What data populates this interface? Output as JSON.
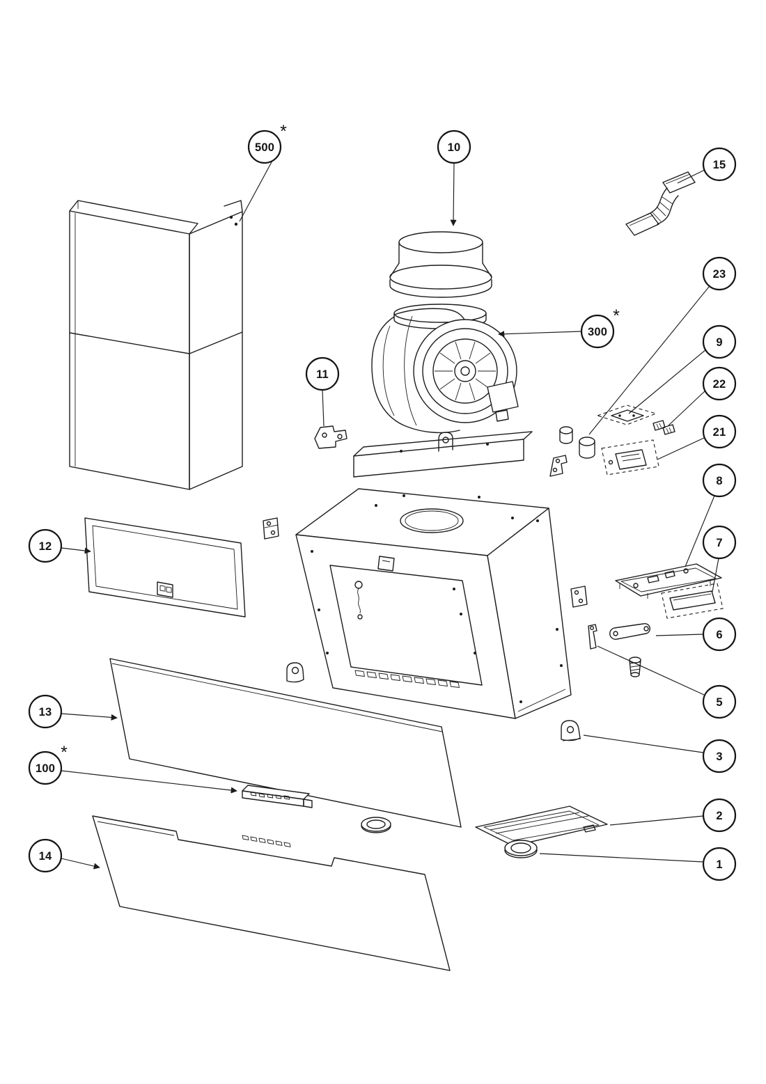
{
  "background_color": "#ffffff",
  "line_color": "#1c1c1c",
  "diagram": {
    "callouts": [
      {
        "label": "500",
        "suffix": "*"
      },
      {
        "label": "10",
        "suffix": ""
      },
      {
        "label": "15",
        "suffix": ""
      },
      {
        "label": "23",
        "suffix": ""
      },
      {
        "label": "300",
        "suffix": "*"
      },
      {
        "label": "9",
        "suffix": ""
      },
      {
        "label": "22",
        "suffix": ""
      },
      {
        "label": "21",
        "suffix": ""
      },
      {
        "label": "8",
        "suffix": ""
      },
      {
        "label": "7",
        "suffix": ""
      },
      {
        "label": "11",
        "suffix": ""
      },
      {
        "label": "12",
        "suffix": ""
      },
      {
        "label": "6",
        "suffix": ""
      },
      {
        "label": "5",
        "suffix": ""
      },
      {
        "label": "13",
        "suffix": ""
      },
      {
        "label": "3",
        "suffix": ""
      },
      {
        "label": "100",
        "suffix": "*"
      },
      {
        "label": "2",
        "suffix": ""
      },
      {
        "label": "1",
        "suffix": ""
      },
      {
        "label": "14",
        "suffix": ""
      }
    ]
  }
}
